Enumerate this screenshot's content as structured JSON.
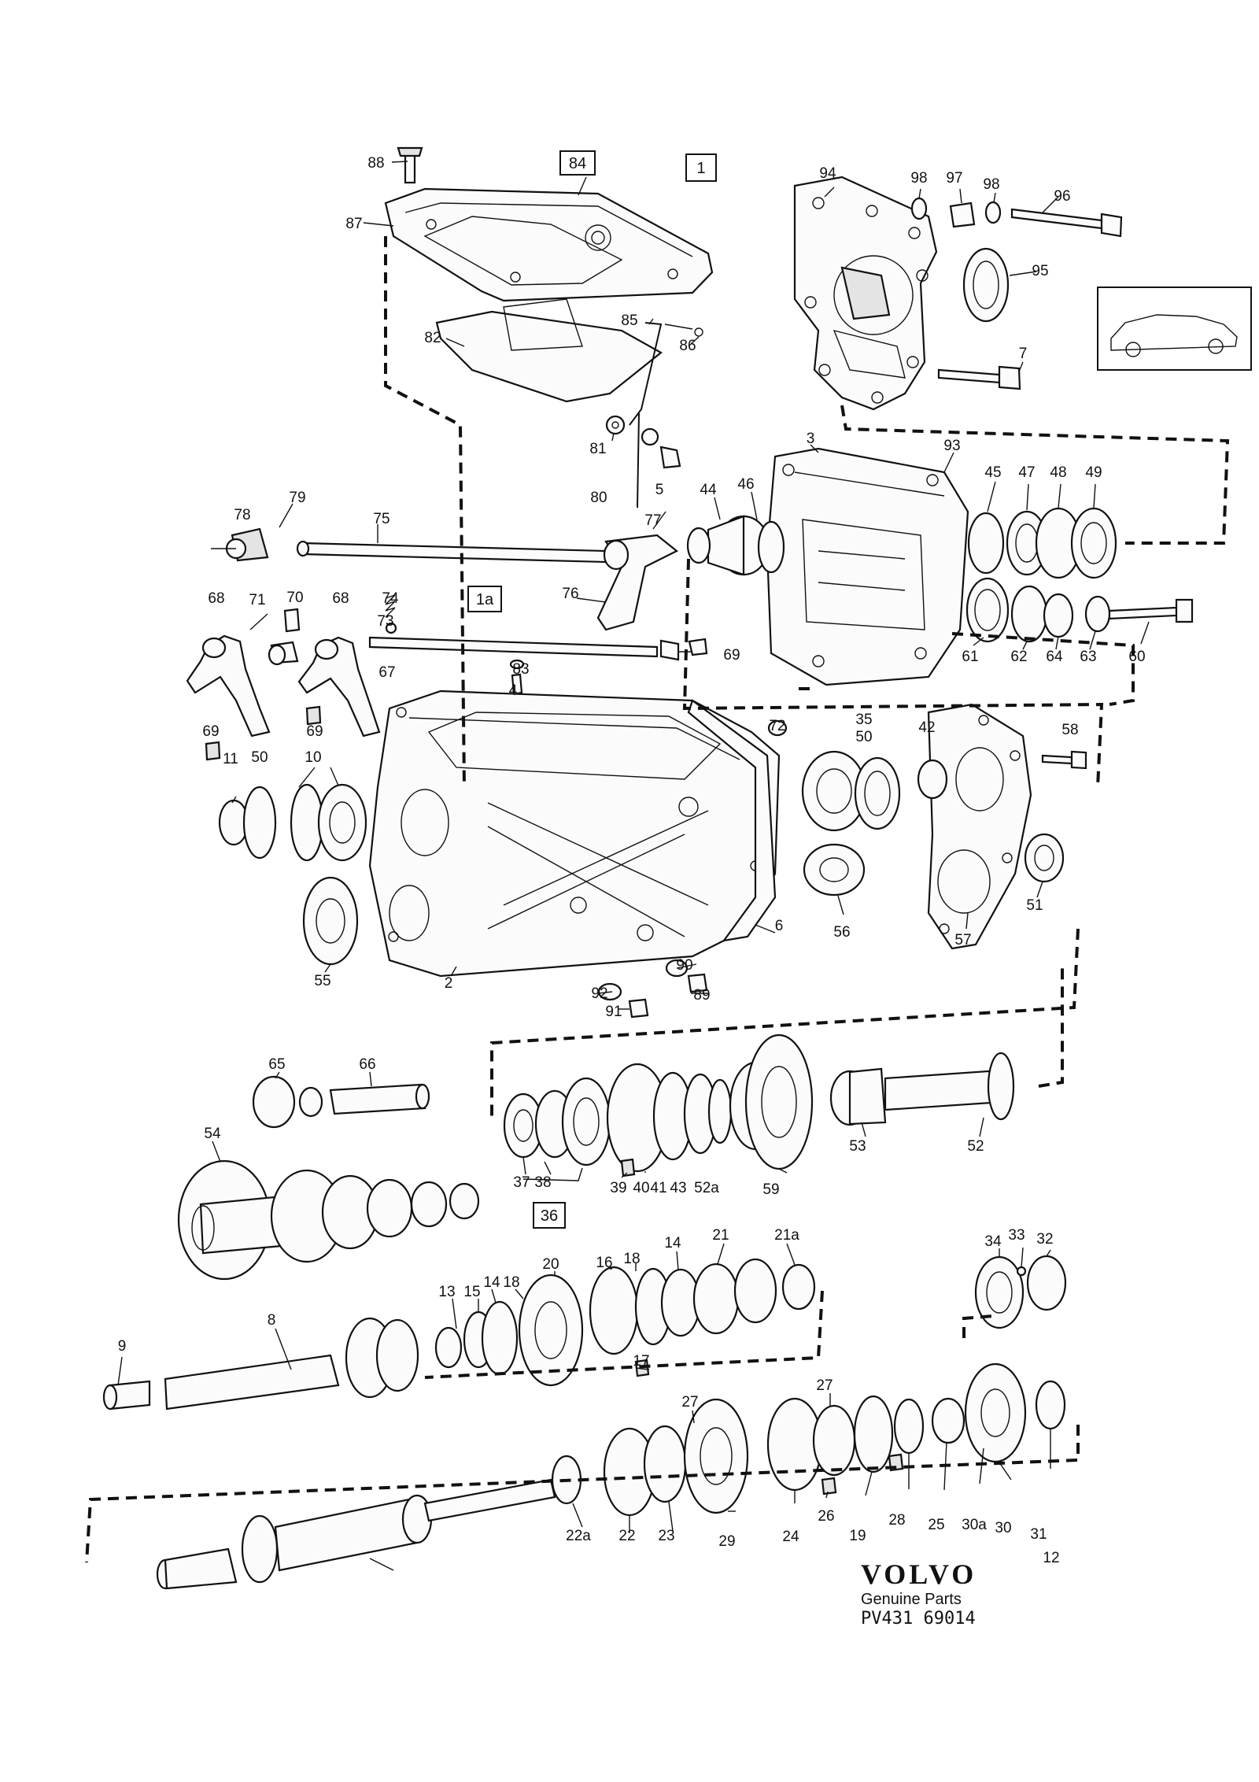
{
  "brand": {
    "name": "VOLVO",
    "tagline": "Genuine Parts",
    "reference": "PV431 69014"
  },
  "boxed_labels": [
    "84",
    "1",
    "1a",
    "36"
  ],
  "callouts": [
    "88",
    "87",
    "84",
    "1",
    "94",
    "98",
    "97",
    "98",
    "96",
    "95",
    "7",
    "82",
    "85",
    "86",
    "81",
    "5",
    "80",
    "3",
    "93",
    "45",
    "47",
    "48",
    "49",
    "79",
    "78",
    "75",
    "77",
    "44",
    "46",
    "76",
    "74",
    "73",
    "1a",
    "68",
    "71",
    "70",
    "68",
    "67",
    "83",
    "4",
    "69",
    "69",
    "69",
    "61",
    "62",
    "64",
    "63",
    "60",
    "72",
    "35",
    "50",
    "42",
    "58",
    "11",
    "50",
    "10",
    "55",
    "2",
    "56",
    "57",
    "51",
    "6",
    "90",
    "89",
    "92",
    "91",
    "65",
    "66",
    "54",
    "37",
    "38",
    "36",
    "39",
    "40",
    "41",
    "43",
    "52a",
    "59",
    "53",
    "52",
    "34",
    "33",
    "32",
    "9",
    "8",
    "13",
    "15",
    "14",
    "18",
    "20",
    "16",
    "18",
    "14",
    "21",
    "21a",
    "17",
    "27",
    "27",
    "22a",
    "22",
    "23",
    "29",
    "24",
    "26",
    "19",
    "28",
    "25",
    "30a",
    "30",
    "31",
    "12"
  ]
}
